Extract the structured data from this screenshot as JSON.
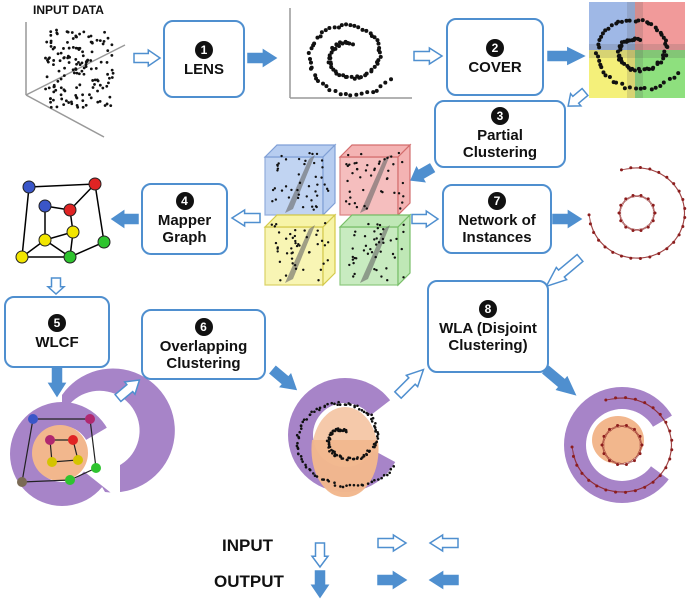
{
  "input_label": "INPUT DATA",
  "steps": [
    {
      "num": "1",
      "label": "LENS"
    },
    {
      "num": "2",
      "label": "COVER"
    },
    {
      "num": "3",
      "label": "Partial Clustering"
    },
    {
      "num": "4",
      "label": "Mapper Graph"
    },
    {
      "num": "5",
      "label": "WLCF"
    },
    {
      "num": "6",
      "label": "Overlapping Clustering"
    },
    {
      "num": "7",
      "label": "Network of Instances"
    },
    {
      "num": "8",
      "label": "WLA (Disjoint Clustering)"
    }
  ],
  "legend": {
    "input": "INPUT",
    "output": "OUTPUT"
  },
  "colors": {
    "accent": "#4f8fcf",
    "cover_blue": "#9fb8e6",
    "cover_red": "#f19a9a",
    "cover_yellow": "#f4f07a",
    "cover_green": "#8ee07e",
    "purple": "#a784c8",
    "peach": "#f2b78d",
    "network": "#8c1d1d"
  }
}
